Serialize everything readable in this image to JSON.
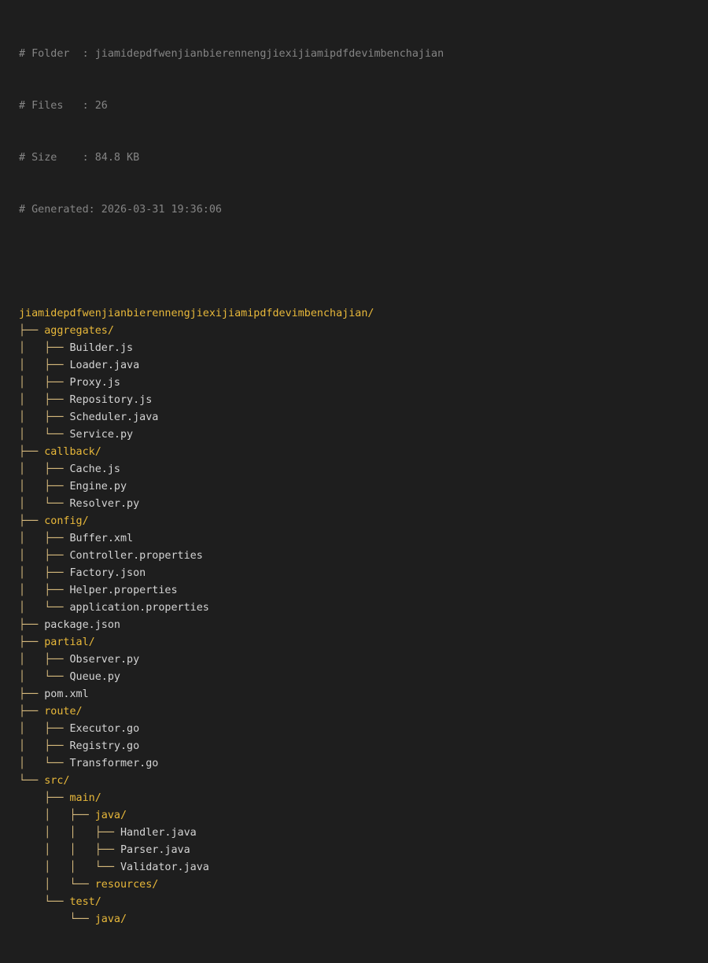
{
  "header": {
    "folder_line": "# Folder  : jiamidepdfwenjianbierennengjiexijiamipdfdevimbenchajian",
    "files_line": "# Files   : 26",
    "size_line": "# Size    : 84.8 KB",
    "generated_line": "# Generated: 2026-03-31 19:36:06"
  },
  "colors": {
    "background": "#1e1e1e",
    "comment": "#858585",
    "branch": "#d7ba7d",
    "directory": "#e8b83a",
    "file": "#d4d4d4"
  },
  "tree": [
    {
      "prefix": "",
      "name": "jiamidepdfwenjianbierennengjiexijiamipdfdevimbenchajian/",
      "kind": "dir"
    },
    {
      "prefix": "├── ",
      "name": "aggregates/",
      "kind": "dir"
    },
    {
      "prefix": "│   ├── ",
      "name": "Builder.js",
      "kind": "file"
    },
    {
      "prefix": "│   ├── ",
      "name": "Loader.java",
      "kind": "file"
    },
    {
      "prefix": "│   ├── ",
      "name": "Proxy.js",
      "kind": "file"
    },
    {
      "prefix": "│   ├── ",
      "name": "Repository.js",
      "kind": "file"
    },
    {
      "prefix": "│   ├── ",
      "name": "Scheduler.java",
      "kind": "file"
    },
    {
      "prefix": "│   └── ",
      "name": "Service.py",
      "kind": "file"
    },
    {
      "prefix": "├── ",
      "name": "callback/",
      "kind": "dir"
    },
    {
      "prefix": "│   ├── ",
      "name": "Cache.js",
      "kind": "file"
    },
    {
      "prefix": "│   ├── ",
      "name": "Engine.py",
      "kind": "file"
    },
    {
      "prefix": "│   └── ",
      "name": "Resolver.py",
      "kind": "file"
    },
    {
      "prefix": "├── ",
      "name": "config/",
      "kind": "dir"
    },
    {
      "prefix": "│   ├── ",
      "name": "Buffer.xml",
      "kind": "file"
    },
    {
      "prefix": "│   ├── ",
      "name": "Controller.properties",
      "kind": "file"
    },
    {
      "prefix": "│   ├── ",
      "name": "Factory.json",
      "kind": "file"
    },
    {
      "prefix": "│   ├── ",
      "name": "Helper.properties",
      "kind": "file"
    },
    {
      "prefix": "│   └── ",
      "name": "application.properties",
      "kind": "file"
    },
    {
      "prefix": "├── ",
      "name": "package.json",
      "kind": "file"
    },
    {
      "prefix": "├── ",
      "name": "partial/",
      "kind": "dir"
    },
    {
      "prefix": "│   ├── ",
      "name": "Observer.py",
      "kind": "file"
    },
    {
      "prefix": "│   └── ",
      "name": "Queue.py",
      "kind": "file"
    },
    {
      "prefix": "├── ",
      "name": "pom.xml",
      "kind": "file"
    },
    {
      "prefix": "├── ",
      "name": "route/",
      "kind": "dir"
    },
    {
      "prefix": "│   ├── ",
      "name": "Executor.go",
      "kind": "file"
    },
    {
      "prefix": "│   ├── ",
      "name": "Registry.go",
      "kind": "file"
    },
    {
      "prefix": "│   └── ",
      "name": "Transformer.go",
      "kind": "file"
    },
    {
      "prefix": "└── ",
      "name": "src/",
      "kind": "dir"
    },
    {
      "prefix": "    ├── ",
      "name": "main/",
      "kind": "dir"
    },
    {
      "prefix": "    │   ├── ",
      "name": "java/",
      "kind": "dir"
    },
    {
      "prefix": "    │   │   ├── ",
      "name": "Handler.java",
      "kind": "file"
    },
    {
      "prefix": "    │   │   ├── ",
      "name": "Parser.java",
      "kind": "file"
    },
    {
      "prefix": "    │   │   └── ",
      "name": "Validator.java",
      "kind": "file"
    },
    {
      "prefix": "    │   └── ",
      "name": "resources/",
      "kind": "dir"
    },
    {
      "prefix": "    └── ",
      "name": "test/",
      "kind": "dir"
    },
    {
      "prefix": "        └── ",
      "name": "java/",
      "kind": "dir"
    }
  ]
}
